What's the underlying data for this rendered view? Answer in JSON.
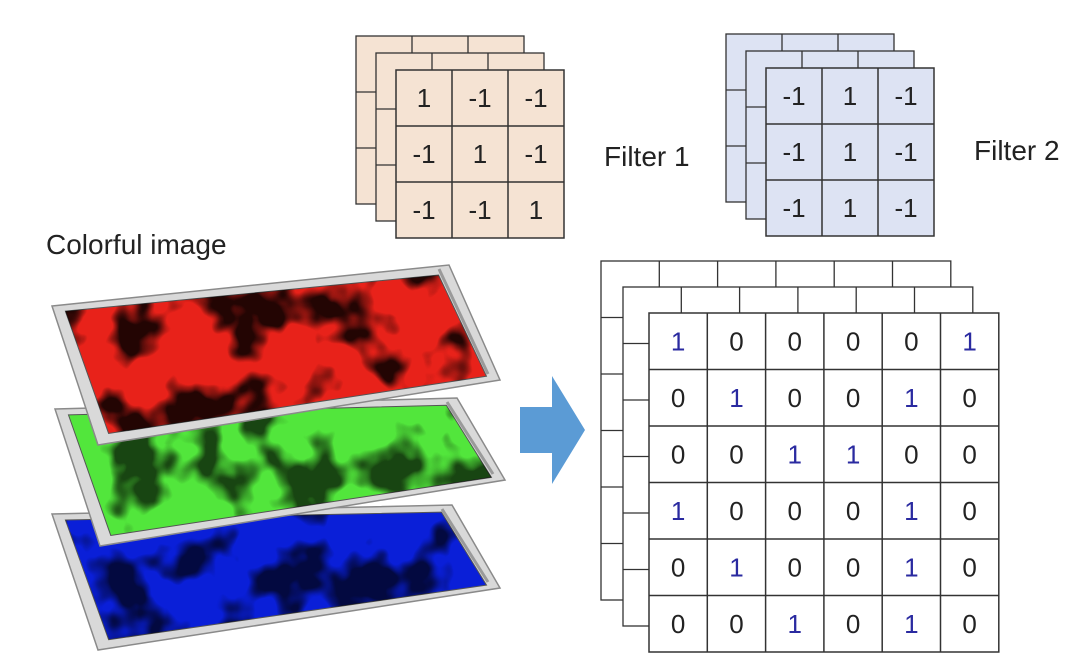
{
  "colorful_image": {
    "label": "Colorful image",
    "channels": [
      {
        "name": "red-channel",
        "color": "#e8221a"
      },
      {
        "name": "green-channel",
        "color": "#52e63c"
      },
      {
        "name": "blue-channel",
        "color": "#0a1fd8"
      }
    ]
  },
  "filter1": {
    "label": "Filter 1",
    "fill": "#f5e3d3",
    "matrix": [
      [
        "1",
        "-1",
        "-1"
      ],
      [
        "-1",
        "1",
        "-1"
      ],
      [
        "-1",
        "-1",
        "1"
      ]
    ]
  },
  "filter2": {
    "label": "Filter 2",
    "fill": "#dde3f3",
    "matrix": [
      [
        "-1",
        "1",
        "-1"
      ],
      [
        "-1",
        "1",
        "-1"
      ],
      [
        "-1",
        "1",
        "-1"
      ]
    ]
  },
  "arrow": {
    "color": "#5b9bd5"
  },
  "output": {
    "matrix": [
      [
        "1",
        "0",
        "0",
        "0",
        "0",
        "1"
      ],
      [
        "0",
        "1",
        "0",
        "0",
        "1",
        "0"
      ],
      [
        "0",
        "0",
        "1",
        "1",
        "0",
        "0"
      ],
      [
        "1",
        "0",
        "0",
        "0",
        "1",
        "0"
      ],
      [
        "0",
        "1",
        "0",
        "0",
        "1",
        "0"
      ],
      [
        "0",
        "0",
        "1",
        "0",
        "1",
        "0"
      ]
    ],
    "one_color": "#2a2aa0",
    "zero_color": "#222222"
  }
}
